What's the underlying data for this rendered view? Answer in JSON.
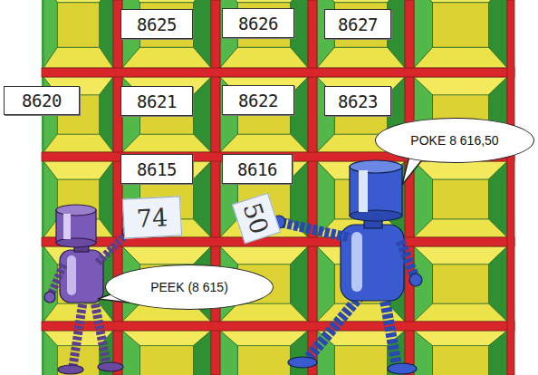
{
  "diagram": {
    "nodes": [
      {
        "text": [
          "8625"
        ]
      },
      {
        "text": [
          "8626"
        ]
      },
      {
        "text": [
          "8627"
        ]
      },
      {
        "text": [
          "8620"
        ]
      },
      {
        "text": [
          "8621"
        ]
      },
      {
        "text": [
          "8622"
        ]
      },
      {
        "text": [
          "8623"
        ]
      },
      {
        "text": [
          "8615"
        ]
      },
      {
        "text": [
          "8616"
        ]
      },
      {
        "text": [
          "POKE 8 616,50"
        ]
      },
      {
        "text": [
          "74"
        ]
      },
      {
        "text": [
          "50"
        ]
      },
      {
        "text": [
          "PEEK (8 615)"
        ]
      }
    ]
  }
}
